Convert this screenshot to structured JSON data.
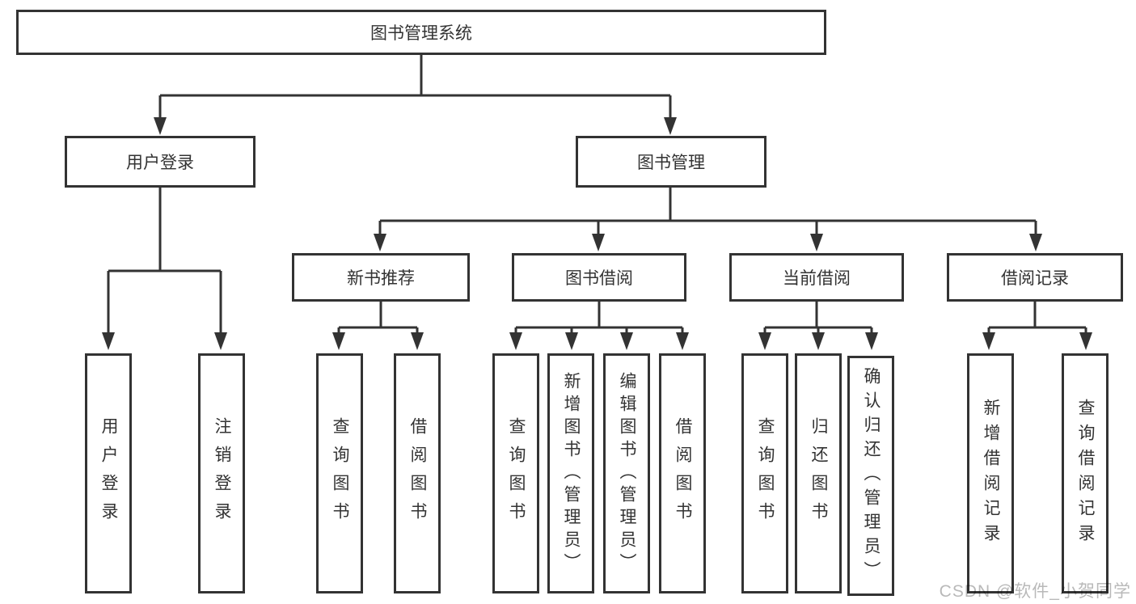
{
  "diagram": {
    "root": {
      "label": "图书管理系统"
    },
    "branches": [
      {
        "label": "用户登录",
        "children": [
          {
            "label": "用户登录"
          },
          {
            "label": "注销登录"
          }
        ]
      },
      {
        "label": "图书管理",
        "children": [
          {
            "label": "新书推荐",
            "children": [
              {
                "label": "查询图书"
              },
              {
                "label": "借阅图书"
              }
            ]
          },
          {
            "label": "图书借阅",
            "children": [
              {
                "label": "查询图书"
              },
              {
                "label": "新增图书（管理员）"
              },
              {
                "label": "编辑图书（管理员）"
              },
              {
                "label": "借阅图书"
              }
            ]
          },
          {
            "label": "当前借阅",
            "children": [
              {
                "label": "查询图书"
              },
              {
                "label": "归还图书"
              },
              {
                "label": "确认归还（管理员）"
              }
            ]
          },
          {
            "label": "借阅记录",
            "children": [
              {
                "label": "新增借阅记录"
              },
              {
                "label": "查询借阅记录"
              }
            ]
          }
        ]
      }
    ]
  },
  "watermark": {
    "text": "CSDN @软件_小贺同学"
  },
  "colors": {
    "line": "#333333",
    "text": "#333333",
    "box_fill": "#ffffff",
    "watermark": "#b9b9b9",
    "background": "#ffffff"
  }
}
